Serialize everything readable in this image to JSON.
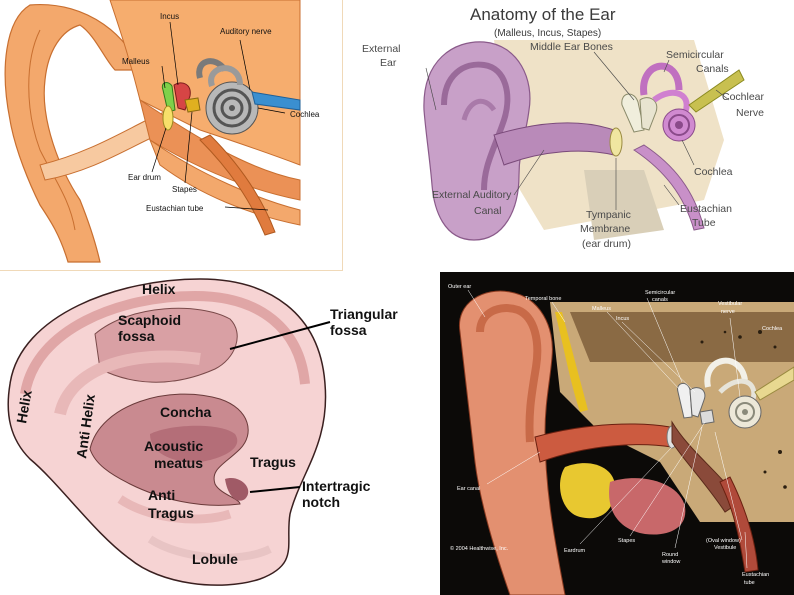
{
  "panel1": {
    "labels": {
      "incus": "Incus",
      "auditory_nerve": "Auditory nerve",
      "malleus": "Malleus",
      "cochlea": "Cochlea",
      "ear_drum": "Ear drum",
      "stapes": "Stapes",
      "eustachian_tube": "Eustachian tube"
    }
  },
  "panel2": {
    "title": "Anatomy of the Ear",
    "subtitle": "(Malleus, Incus, Stapes)",
    "labels": {
      "middle_ear_bones": "Middle Ear Bones",
      "external_ear_1": "External",
      "external_ear_2": "Ear",
      "semicircular_1": "Semicircular",
      "semicircular_2": "Canals",
      "cochlear_nerve_1": "Cochlear",
      "cochlear_nerve_2": "Nerve",
      "cochlea": "Cochlea",
      "external_canal_1": "External Auditory",
      "external_canal_2": "Canal",
      "tympanic_1": "Tympanic",
      "tympanic_2": "Membrane",
      "tympanic_3": "(ear drum)",
      "eustachian_1": "Eustachian",
      "eustachian_2": "Tube"
    }
  },
  "panel3": {
    "labels": {
      "helix_top": "Helix",
      "helix_side": "Helix",
      "anti_helix": "Anti Helix",
      "scaphoid_1": "Scaphoid",
      "scaphoid_2": "fossa",
      "triangular_1": "Triangular",
      "triangular_2": "fossa",
      "concha": "Concha",
      "acoustic_1": "Acoustic",
      "acoustic_2": "meatus",
      "tragus": "Tragus",
      "intertragic_1": "Intertragic",
      "intertragic_2": "notch",
      "anti_tragus_1": "Anti",
      "anti_tragus_2": "Tragus",
      "lobule": "Lobule"
    }
  },
  "panel4": {
    "labels": {
      "outer_ear": "Outer ear",
      "temporal_bone": "Temporal bone",
      "semicircular_1": "Semicircular",
      "semicircular_2": "canals",
      "vestibular_1": "Vestibular",
      "vestibular_2": "nerve",
      "malleus": "Malleus",
      "incus": "Incus",
      "cochlea": "Cochlea",
      "ear_canal": "Ear canal",
      "eardrum": "Eardrum",
      "stapes": "Stapes",
      "round_1": "Round",
      "round_2": "window",
      "oval_window": "(Oval window)",
      "vestibule": "Vestibule",
      "eustachian_1": "Eustachian",
      "eustachian_2": "tube",
      "copyright": "© 2004 Healthwise, Inc."
    }
  },
  "colors": {
    "ear_orange": "#f0a76a",
    "ear_pink": "#f5c2c2",
    "nerve_blue": "#3a8fd0",
    "dark_bg": "#0c0a08"
  }
}
